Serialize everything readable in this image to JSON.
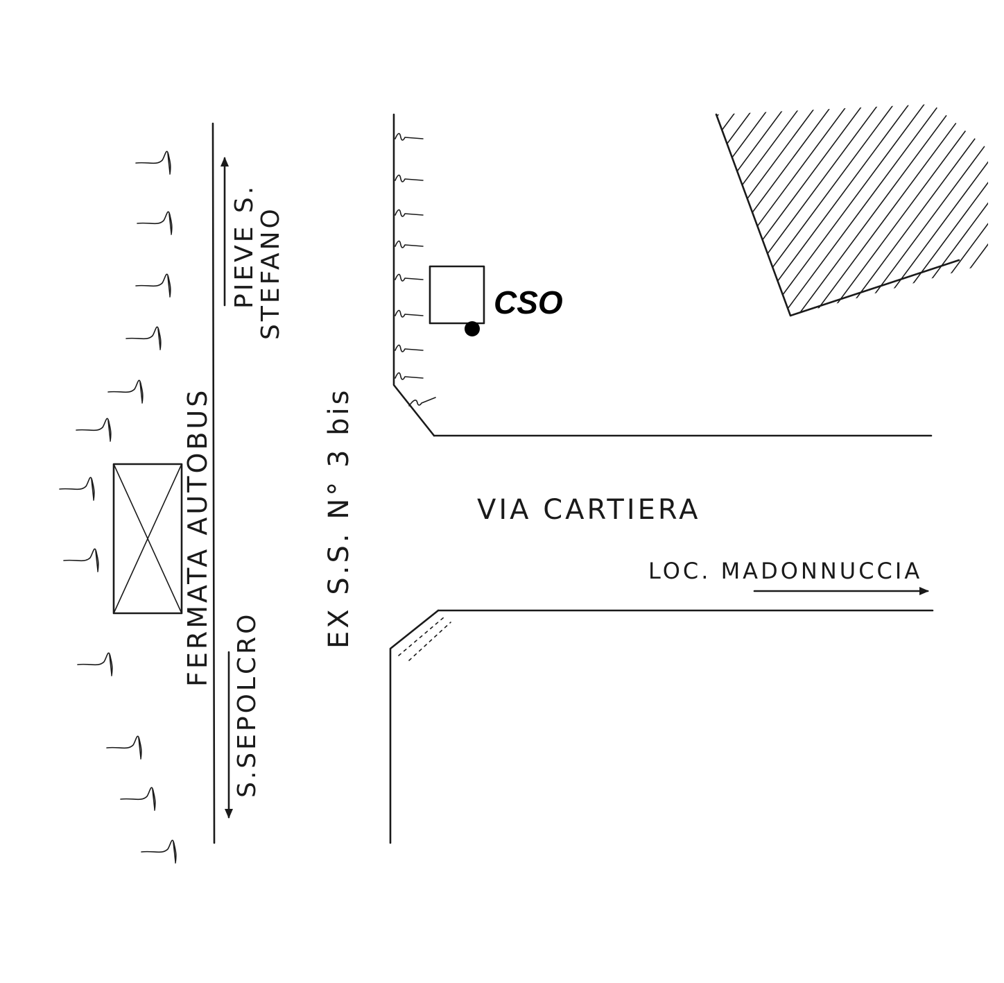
{
  "labels": {
    "pieve_line1": "PIEVE S.",
    "pieve_line2": "STEFANO",
    "fermata": "FERMATA AUTOBUS",
    "sepolcro": "S.SEPOLCRO",
    "road_number": "EX S.S. N° 3 bis",
    "via": "VIA CARTIERA",
    "loc": "LOC. MADONNUCCIA",
    "cso": "CSO"
  },
  "colors": {
    "ink": "#1a1a1a",
    "paper": "#ffffff"
  },
  "icons": {
    "vegetation": "grass-tuft-symbol",
    "building": "hatched-area",
    "bus_stop": "crossed-rectangle",
    "cso_marker": "filled-dot"
  }
}
